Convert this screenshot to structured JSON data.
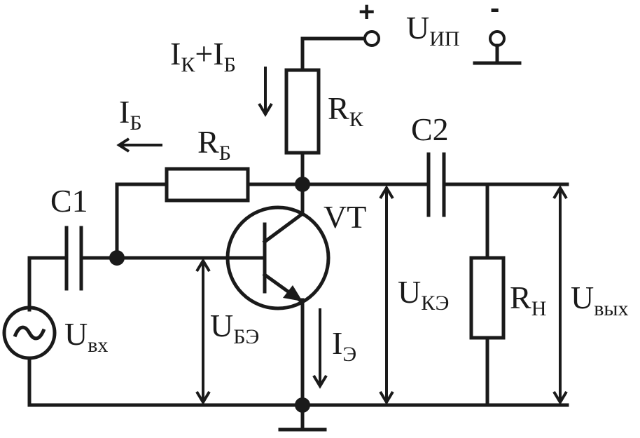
{
  "supply": {
    "plus": "+",
    "minus": "-",
    "label_main": "U",
    "label_sub": "ИП"
  },
  "currents": {
    "collector_plus_base": {
      "p1": "I",
      "s1": "К",
      "plus": "+",
      "p2": "I",
      "s2": "Б"
    },
    "base": {
      "main": "I",
      "sub": "Б"
    },
    "emitter": {
      "main": "I",
      "sub": "Э"
    }
  },
  "components": {
    "rk": {
      "main": "R",
      "sub": "К"
    },
    "rb": {
      "main": "R",
      "sub": "Б"
    },
    "c1": "C1",
    "c2": "C2",
    "vt": "VT",
    "rh": {
      "main": "R",
      "sub": "Н"
    }
  },
  "voltages": {
    "u_in": {
      "main": "U",
      "sub": "вх"
    },
    "u_be": {
      "main": "U",
      "sub": "БЭ"
    },
    "u_ke": {
      "main": "U",
      "sub": "КЭ"
    },
    "u_out": {
      "main": "U",
      "sub": "вых"
    }
  },
  "colors": {
    "ink": "#1a1a1a",
    "background": "#ffffff"
  }
}
